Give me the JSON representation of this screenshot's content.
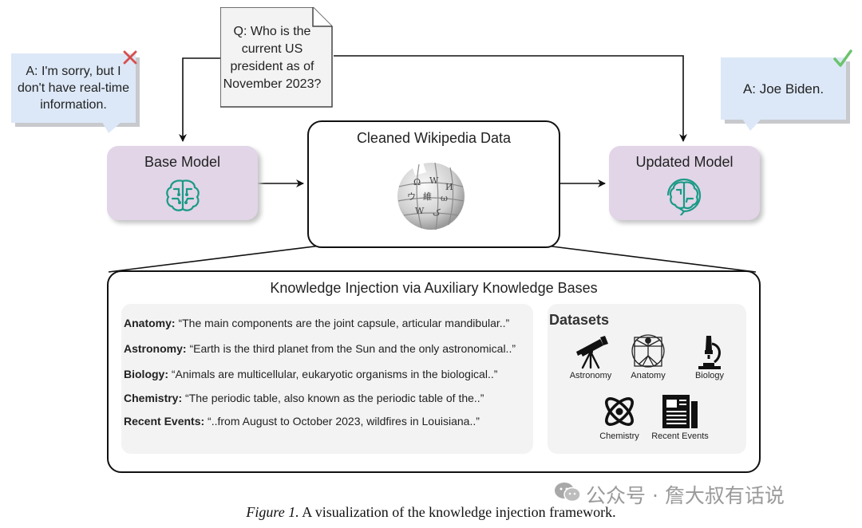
{
  "question": "Q: Who is the current US president as of November 2023?",
  "base_answer": {
    "text": "A: I'm sorry, but I don't have real-time information.",
    "status_icon": "red-x-icon"
  },
  "updated_answer": {
    "text": "A: Joe Biden.",
    "status_icon": "green-check-icon"
  },
  "base_model": {
    "label": "Base Model",
    "icon": "brain-circuit-icon"
  },
  "updated_model": {
    "label": "Updated Model",
    "icon": "brain-circuit-icon"
  },
  "wiki": {
    "label": "Cleaned Wikipedia Data",
    "icon": "wikipedia-globe-icon"
  },
  "knowledge_injection": {
    "title": "Knowledge Injection via Auxiliary Knowledge Bases",
    "excerpts": [
      {
        "domain": "Anatomy:",
        "text": "“The main components are the joint capsule, articular mandibular..”"
      },
      {
        "domain": "Astronomy:",
        "text": "“Earth is the third planet from the Sun and the only astronomical..”"
      },
      {
        "domain": "Biology:",
        "text": "“Animals are multicellular, eukaryotic organisms in the biological..”"
      },
      {
        "domain": "Chemistry:",
        "text": "“The periodic table, also known as the periodic table of the..”"
      },
      {
        "domain": "Recent Events:",
        "text": "“..from August to October 2023, wildfires in Louisiana..”"
      }
    ],
    "datasets_title": "Datasets",
    "datasets": [
      {
        "label": "Astronomy",
        "icon": "telescope-icon"
      },
      {
        "label": "Anatomy",
        "icon": "vitruvian-man-icon"
      },
      {
        "label": "Biology",
        "icon": "microscope-icon"
      },
      {
        "label": "Chemistry",
        "icon": "atom-icon"
      },
      {
        "label": "Recent Events",
        "icon": "newspaper-icon"
      }
    ]
  },
  "caption": {
    "figure_label": "Figure 1.",
    "text": "A visualization of the knowledge injection framework."
  },
  "watermark": "公众号 · 詹大叔有话说",
  "colors": {
    "bubble": "#dce8f7",
    "model_box": "#e1d5e7",
    "brain_icon": "#1a9a86",
    "red_x": "#e05a5a",
    "green_check": "#6cc36c",
    "panel": "#f3f3f3"
  }
}
